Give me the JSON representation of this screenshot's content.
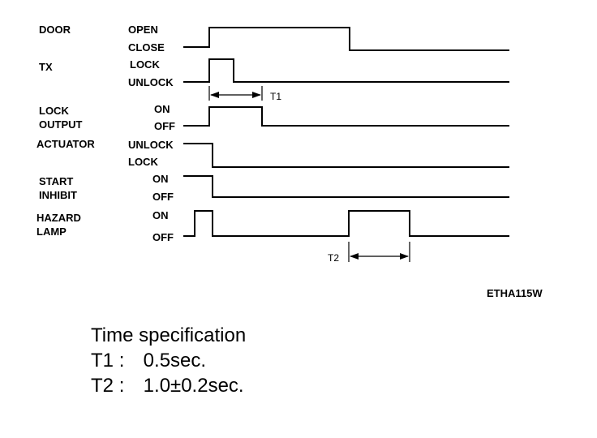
{
  "signals": [
    {
      "id": "door",
      "name_lines": [
        "DOOR"
      ],
      "high_label": "OPEN",
      "low_label": "CLOSE"
    },
    {
      "id": "tx",
      "name_lines": [
        "TX"
      ],
      "high_label": "LOCK",
      "low_label": "UNLOCK"
    },
    {
      "id": "lock_output",
      "name_lines": [
        "LOCK",
        "OUTPUT"
      ],
      "high_label": "ON",
      "low_label": "OFF"
    },
    {
      "id": "actuator",
      "name_lines": [
        "ACTUATOR"
      ],
      "high_label": "UNLOCK",
      "low_label": "LOCK"
    },
    {
      "id": "start_inhibit",
      "name_lines": [
        "START",
        "INHIBIT"
      ],
      "high_label": "ON",
      "low_label": "OFF"
    },
    {
      "id": "hazard_lamp",
      "name_lines": [
        "HAZARD",
        "LAMP"
      ],
      "high_label": "ON",
      "low_label": "OFF"
    }
  ],
  "markers": {
    "t1": "T1",
    "t2": "T2"
  },
  "figure_code": "ETHA115W",
  "spec": {
    "heading": "Time specification",
    "rows": [
      {
        "key": "T1",
        "sep": ":",
        "value": "0.5sec."
      },
      {
        "key": "T2",
        "sep": ":",
        "value": "1.0±0.2sec."
      }
    ]
  }
}
